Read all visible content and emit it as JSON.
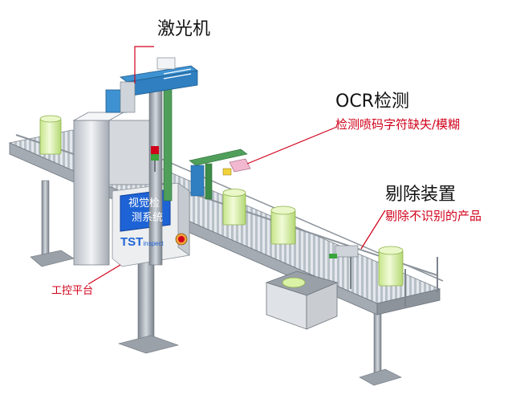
{
  "labels": {
    "laser": "激光机",
    "ocr_title": "OCR检测",
    "ocr_sub": "检测喷码字符缺失/模糊",
    "reject_title": "剔除装置",
    "reject_sub": "剔除不识别的产品",
    "control": "工控平台"
  },
  "screen": {
    "line1": "视觉检",
    "line2": "测系统"
  },
  "brand": {
    "name": "TST",
    "suffix": "inspect"
  },
  "colors": {
    "callout_line": "#d0021b",
    "conveyor": "#8c9096",
    "can": "#d9f2a6",
    "screen": "#1e63d6",
    "laser_head": "#2f7fc1"
  }
}
